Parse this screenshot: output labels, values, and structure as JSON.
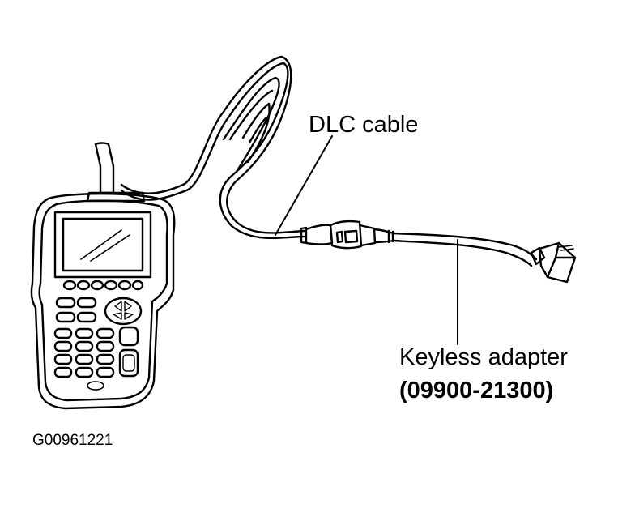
{
  "labels": {
    "dlc_cable": "DLC cable",
    "keyless_adapter": "Keyless adapter",
    "part_number": "(09900-21300)",
    "figure_id": "G00961221"
  }
}
